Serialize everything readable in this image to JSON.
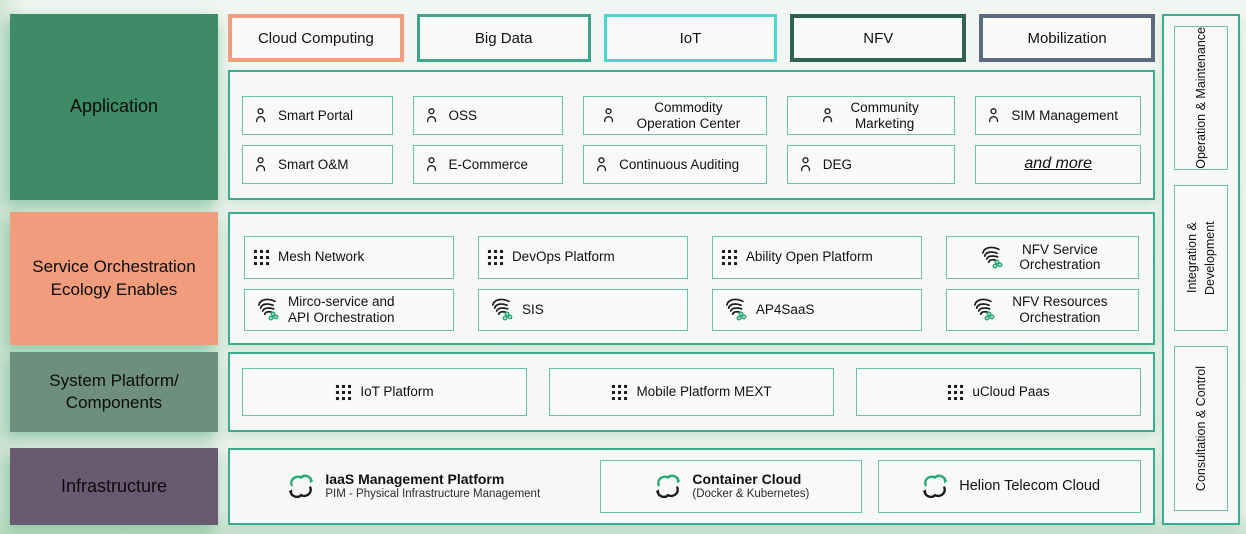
{
  "palette": {
    "application_label_bg": "#3e8b66",
    "service_label_bg": "#f09c7d",
    "system_label_bg": "#6e8f7e",
    "infrastructure_label_bg": "#695971",
    "cloud_computing_border": "#ef9e80",
    "big_data_border": "#41a38c",
    "iot_border": "#49d7cf",
    "nfv_border": "#2f6350",
    "mobilization_border": "#5d6b7e",
    "panel_border": "#3cab92",
    "item_border": "#67c3ad",
    "icon_accent_green": "#2aa876",
    "icon_ink": "#1c1c1c"
  },
  "left_rail": {
    "items": [
      {
        "label": "Application"
      },
      {
        "label": "Service Orchestration Ecology Enables"
      },
      {
        "label": "System Platform/ Components"
      },
      {
        "label": "Infrastructure"
      }
    ]
  },
  "top_categories": [
    {
      "label": "Cloud Computing"
    },
    {
      "label": "Big Data"
    },
    {
      "label": "IoT"
    },
    {
      "label": "NFV"
    },
    {
      "label": "Mobilization"
    }
  ],
  "application": {
    "items": [
      {
        "label": "Smart Portal",
        "icon": "person"
      },
      {
        "label": "OSS",
        "icon": "person"
      },
      {
        "label": "Commodity Operation Center",
        "icon": "person"
      },
      {
        "label": "Community Marketing",
        "icon": "person"
      },
      {
        "label": "SIM Management",
        "icon": "person"
      },
      {
        "label": "Smart O&M",
        "icon": "person"
      },
      {
        "label": "E-Commerce",
        "icon": "person"
      },
      {
        "label": "Continuous Auditing",
        "icon": "person"
      },
      {
        "label": "DEG",
        "icon": "person"
      },
      {
        "label": "and more",
        "icon": "none"
      }
    ]
  },
  "service_orchestration": {
    "items": [
      {
        "label": "Mesh Network",
        "icon": "grid"
      },
      {
        "label": "DevOps Platform",
        "icon": "grid"
      },
      {
        "label": "Ability Open Platform",
        "icon": "grid"
      },
      {
        "label": "NFV Service Orchestration",
        "icon": "swirl"
      },
      {
        "label": "Mirco-service and API Orchestration",
        "icon": "swirl"
      },
      {
        "label": "SIS",
        "icon": "swirl"
      },
      {
        "label": "AP4SaaS",
        "icon": "swirl"
      },
      {
        "label": "NFV Resources Orchestration",
        "icon": "swirl"
      }
    ]
  },
  "system_platform": {
    "items": [
      {
        "label": "IoT Platform",
        "icon": "grid"
      },
      {
        "label": "Mobile Platform MEXT",
        "icon": "grid"
      },
      {
        "label": "uCloud Paas",
        "icon": "grid"
      }
    ]
  },
  "infrastructure": {
    "items": [
      {
        "title": "IaaS Management Platform",
        "subtitle": "PIM - Physical Infrastructure Management",
        "icon": "cloud-sync"
      },
      {
        "title": "Container Cloud",
        "subtitle": "(Docker & Kubernetes)",
        "icon": "cloud-sync"
      },
      {
        "title": "Helion Telecom Cloud",
        "subtitle": "",
        "icon": "cloud-sync"
      }
    ]
  },
  "right_rail": {
    "items": [
      {
        "label": "Operation & Maintenance"
      },
      {
        "label": "Integration & Development"
      },
      {
        "label": "Consultation & Control"
      }
    ]
  }
}
